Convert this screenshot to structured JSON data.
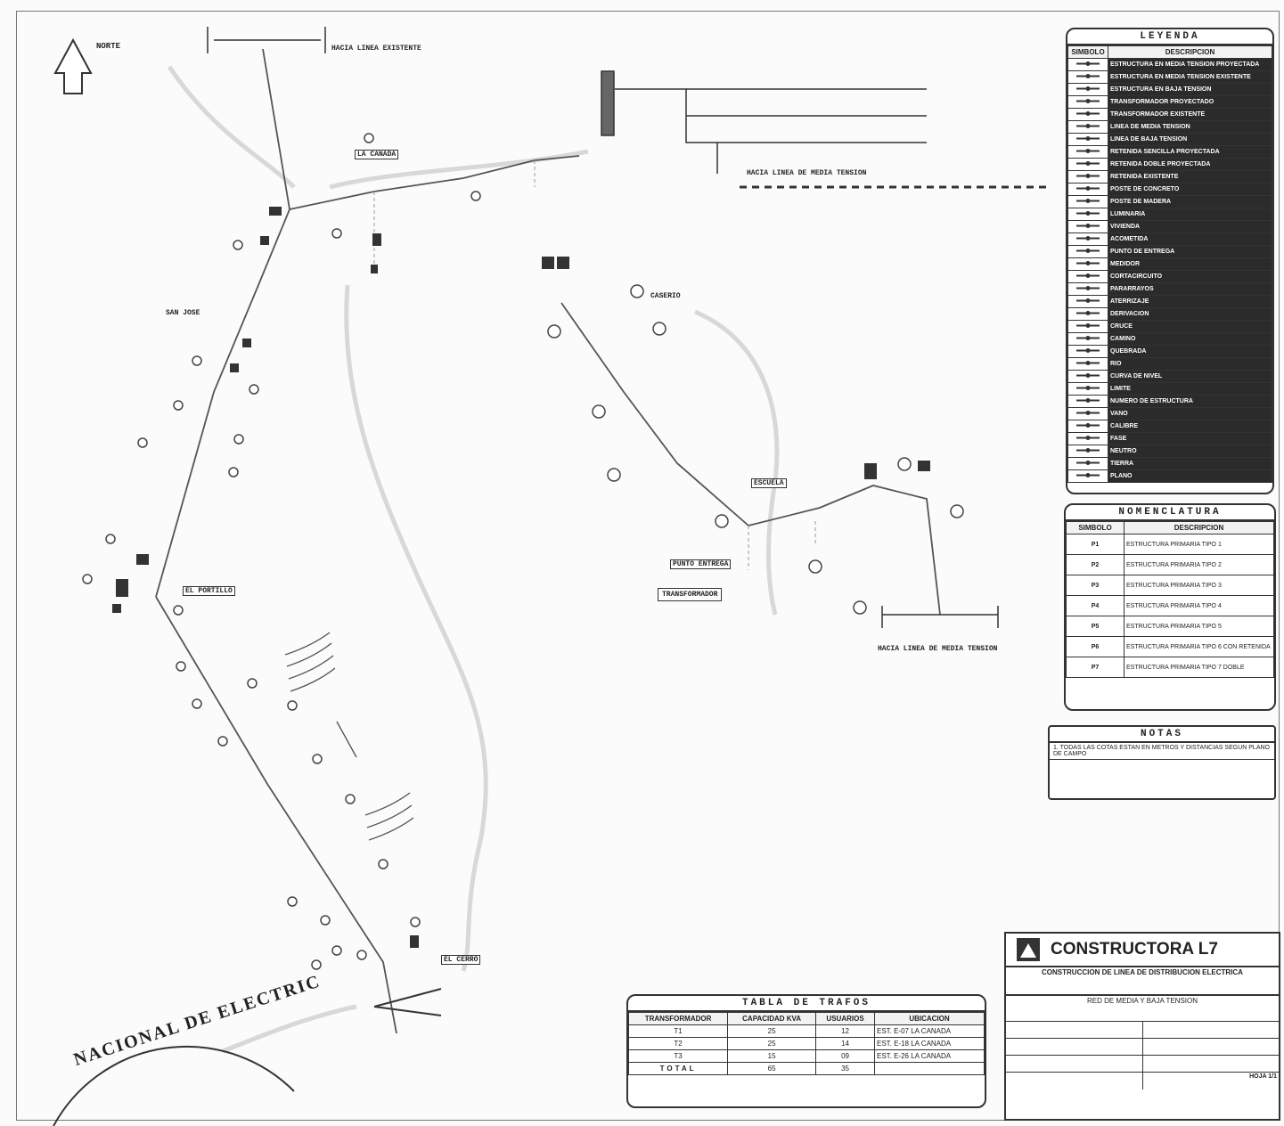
{
  "north_label": "NORTE",
  "scale_bar_label": "HACIA LINEA DE MEDIA TENSION",
  "bottom_label": "HACIA LINEA DE MEDIA TENSION",
  "legend": {
    "title": "LEYENDA",
    "col_symbol": "SIMBOLO",
    "col_desc": "DESCRIPCION",
    "rows": [
      "ESTRUCTURA EN MEDIA TENSION PROYECTADA",
      "ESTRUCTURA EN MEDIA TENSION EXISTENTE",
      "ESTRUCTURA EN BAJA TENSION",
      "TRANSFORMADOR PROYECTADO",
      "TRANSFORMADOR EXISTENTE",
      "LINEA DE MEDIA TENSION",
      "LINEA DE BAJA TENSION",
      "RETENIDA SENCILLA PROYECTADA",
      "RETENIDA DOBLE PROYECTADA",
      "RETENIDA EXISTENTE",
      "POSTE DE CONCRETO",
      "POSTE DE MADERA",
      "LUMINARIA",
      "VIVIENDA",
      "ACOMETIDA",
      "PUNTO DE ENTREGA",
      "MEDIDOR",
      "CORTACIRCUITO",
      "PARARRAYOS",
      "ATERRIZAJE",
      "DERIVACION",
      "CRUCE",
      "CAMINO",
      "QUEBRADA",
      "RIO",
      "CURVA DE NIVEL",
      "LIMITE",
      "NUMERO DE ESTRUCTURA",
      "VANO",
      "CALIBRE",
      "FASE",
      "NEUTRO",
      "TIERRA",
      "PLANO"
    ]
  },
  "nomenclature": {
    "title": "NOMENCLATURA",
    "col_symbol": "SIMBOLO",
    "col_desc": "DESCRIPCION",
    "rows": [
      {
        "sym": "P1",
        "desc": "ESTRUCTURA PRIMARIA TIPO 1"
      },
      {
        "sym": "P2",
        "desc": "ESTRUCTURA PRIMARIA TIPO 2"
      },
      {
        "sym": "P3",
        "desc": "ESTRUCTURA PRIMARIA TIPO 3"
      },
      {
        "sym": "P4",
        "desc": "ESTRUCTURA PRIMARIA TIPO 4"
      },
      {
        "sym": "P5",
        "desc": "ESTRUCTURA PRIMARIA TIPO 5"
      },
      {
        "sym": "P6",
        "desc": "ESTRUCTURA PRIMARIA TIPO 6 CON RETENIDA"
      },
      {
        "sym": "P7",
        "desc": "ESTRUCTURA PRIMARIA TIPO 7 DOBLE"
      }
    ]
  },
  "notes": {
    "title": "NOTAS",
    "text": "1. TODAS LAS COTAS ESTAN EN METROS Y DISTANCIAS SEGUN PLANO DE CAMPO"
  },
  "transformer_table": {
    "title": "TABLA DE TRAFOS",
    "headers": [
      "TRANSFORMADOR",
      "CAPACIDAD KVA",
      "USUARIOS",
      "UBICACION"
    ],
    "rows": [
      [
        "T1",
        "25",
        "12",
        "EST. E-07 LA CANADA"
      ],
      [
        "T2",
        "25",
        "14",
        "EST. E-18 LA CANADA"
      ],
      [
        "T3",
        "15",
        "09",
        "EST. E-26 LA CANADA"
      ]
    ],
    "total_label": "TOTAL",
    "total_kva": "65",
    "total_users": "35"
  },
  "title_block": {
    "company": "CONSTRUCTORA L7",
    "project": "CONSTRUCCION DE LINEA DE DISTRIBUCION ELECTRICA",
    "subtitle": "RED DE MEDIA Y BAJA TENSION",
    "sheet": "HOJA 1/1"
  },
  "stamp_text": "NACIONAL DE ELECTRIC",
  "map_labels": {
    "top_line": "HACIA LINEA EXISTENTE",
    "loc1": "LA CANADA",
    "loc2": "EL PORTILLO",
    "loc3": "SAN JOSE",
    "loc4": "CASERIO",
    "loc5": "EL CERRO",
    "loc6": "ESCUELA",
    "punto": "PUNTO ENTREGA",
    "transf": "TRANSFORMADOR"
  }
}
